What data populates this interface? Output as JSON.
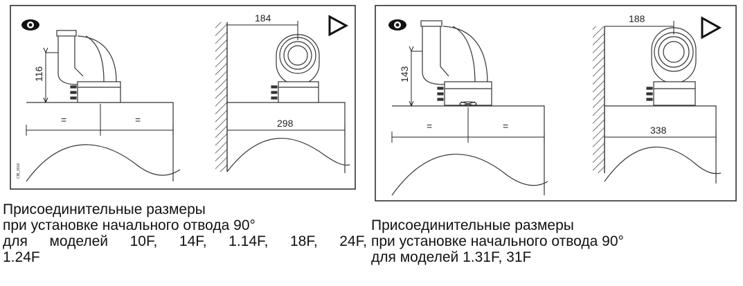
{
  "left": {
    "dim_height": "116",
    "dim_wall": "184",
    "dim_width": "298",
    "equal_left": "=",
    "equal_right": "=",
    "side_code": "CIB_0016",
    "caption": {
      "line1": "Присоединительные размеры",
      "line2": "при установке начального отвода 90°",
      "line3_words": [
        "для",
        "моделей",
        "10F,",
        "14F,",
        "1.14F,",
        "18F,",
        "24F,"
      ],
      "line4": "1.24F"
    }
  },
  "right": {
    "dim_height": "143",
    "dim_wall": "188",
    "dim_width": "338",
    "equal_left": "=",
    "equal_right": "=",
    "caption": {
      "line1": "Присоединительные размеры",
      "line2": "при установке начального отвода 90°",
      "line3": "для моделей 1.31F, 31F"
    }
  },
  "icons": [
    "eye-icon",
    "viewer-arrow-icon"
  ]
}
